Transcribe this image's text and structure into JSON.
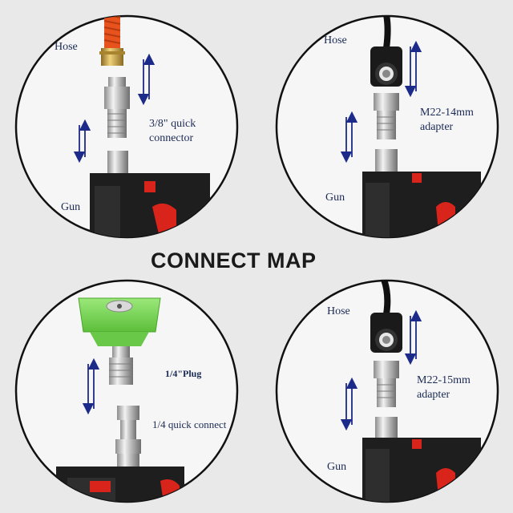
{
  "title": "CONNECT MAP",
  "panels": {
    "top_left": {
      "hose": "Hose",
      "part_line1": "3/8\" quick",
      "part_line2": "connector",
      "gun": "Gun"
    },
    "top_right": {
      "hose": "Hose",
      "part_line1": "M22-14mm",
      "part_line2": "adapter",
      "gun": "Gun"
    },
    "bottom_left": {
      "plug": "1/4\"Plug",
      "connect": "1/4 quick connect"
    },
    "bottom_right": {
      "hose": "Hose",
      "part_line1": "M22-15mm",
      "part_line2": "adapter",
      "gun": "Gun"
    }
  },
  "colors": {
    "background": "#e9e9e9",
    "circle": "#111111",
    "arrow": "#1c2a8a",
    "gun_body": "#1e1e1e",
    "gun_accent": "#d9241c",
    "hose_orange": "#e8531d",
    "nozzle_green": "#7ed957",
    "brass": "#c9a24a"
  }
}
